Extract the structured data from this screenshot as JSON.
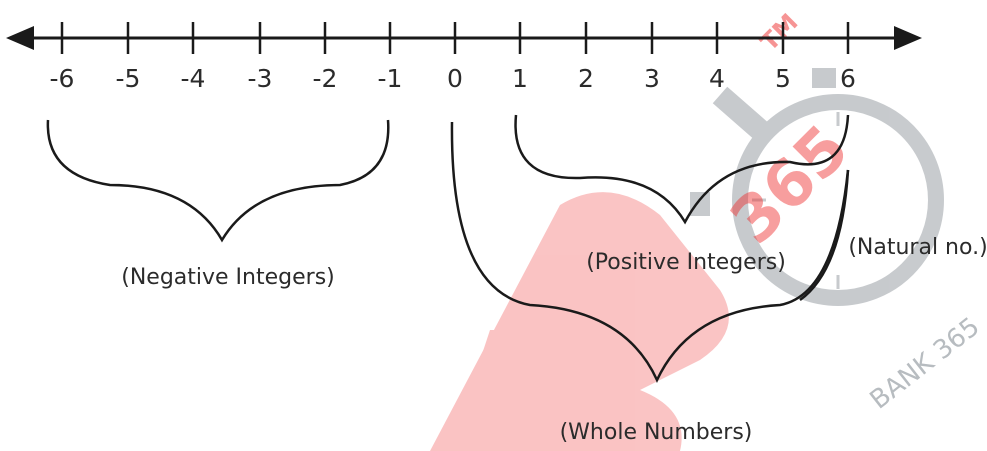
{
  "number_line": {
    "ticks": [
      "-6",
      "-5",
      "-4",
      "-3",
      "-2",
      "-1",
      "0",
      "1",
      "2",
      "3",
      "4",
      "5",
      "6"
    ]
  },
  "groups": {
    "negative": "(Negative Integers)",
    "positive": "(Positive Integers)",
    "natural": "(Natural no.)",
    "whole": "(Whole Numbers)"
  },
  "watermark": {
    "big_mark": "B",
    "number": "365",
    "tm": "TM",
    "arc_text": "BANK 365",
    "colors": {
      "red": "#ee2b2b",
      "gray": "#9aa0a6"
    }
  }
}
